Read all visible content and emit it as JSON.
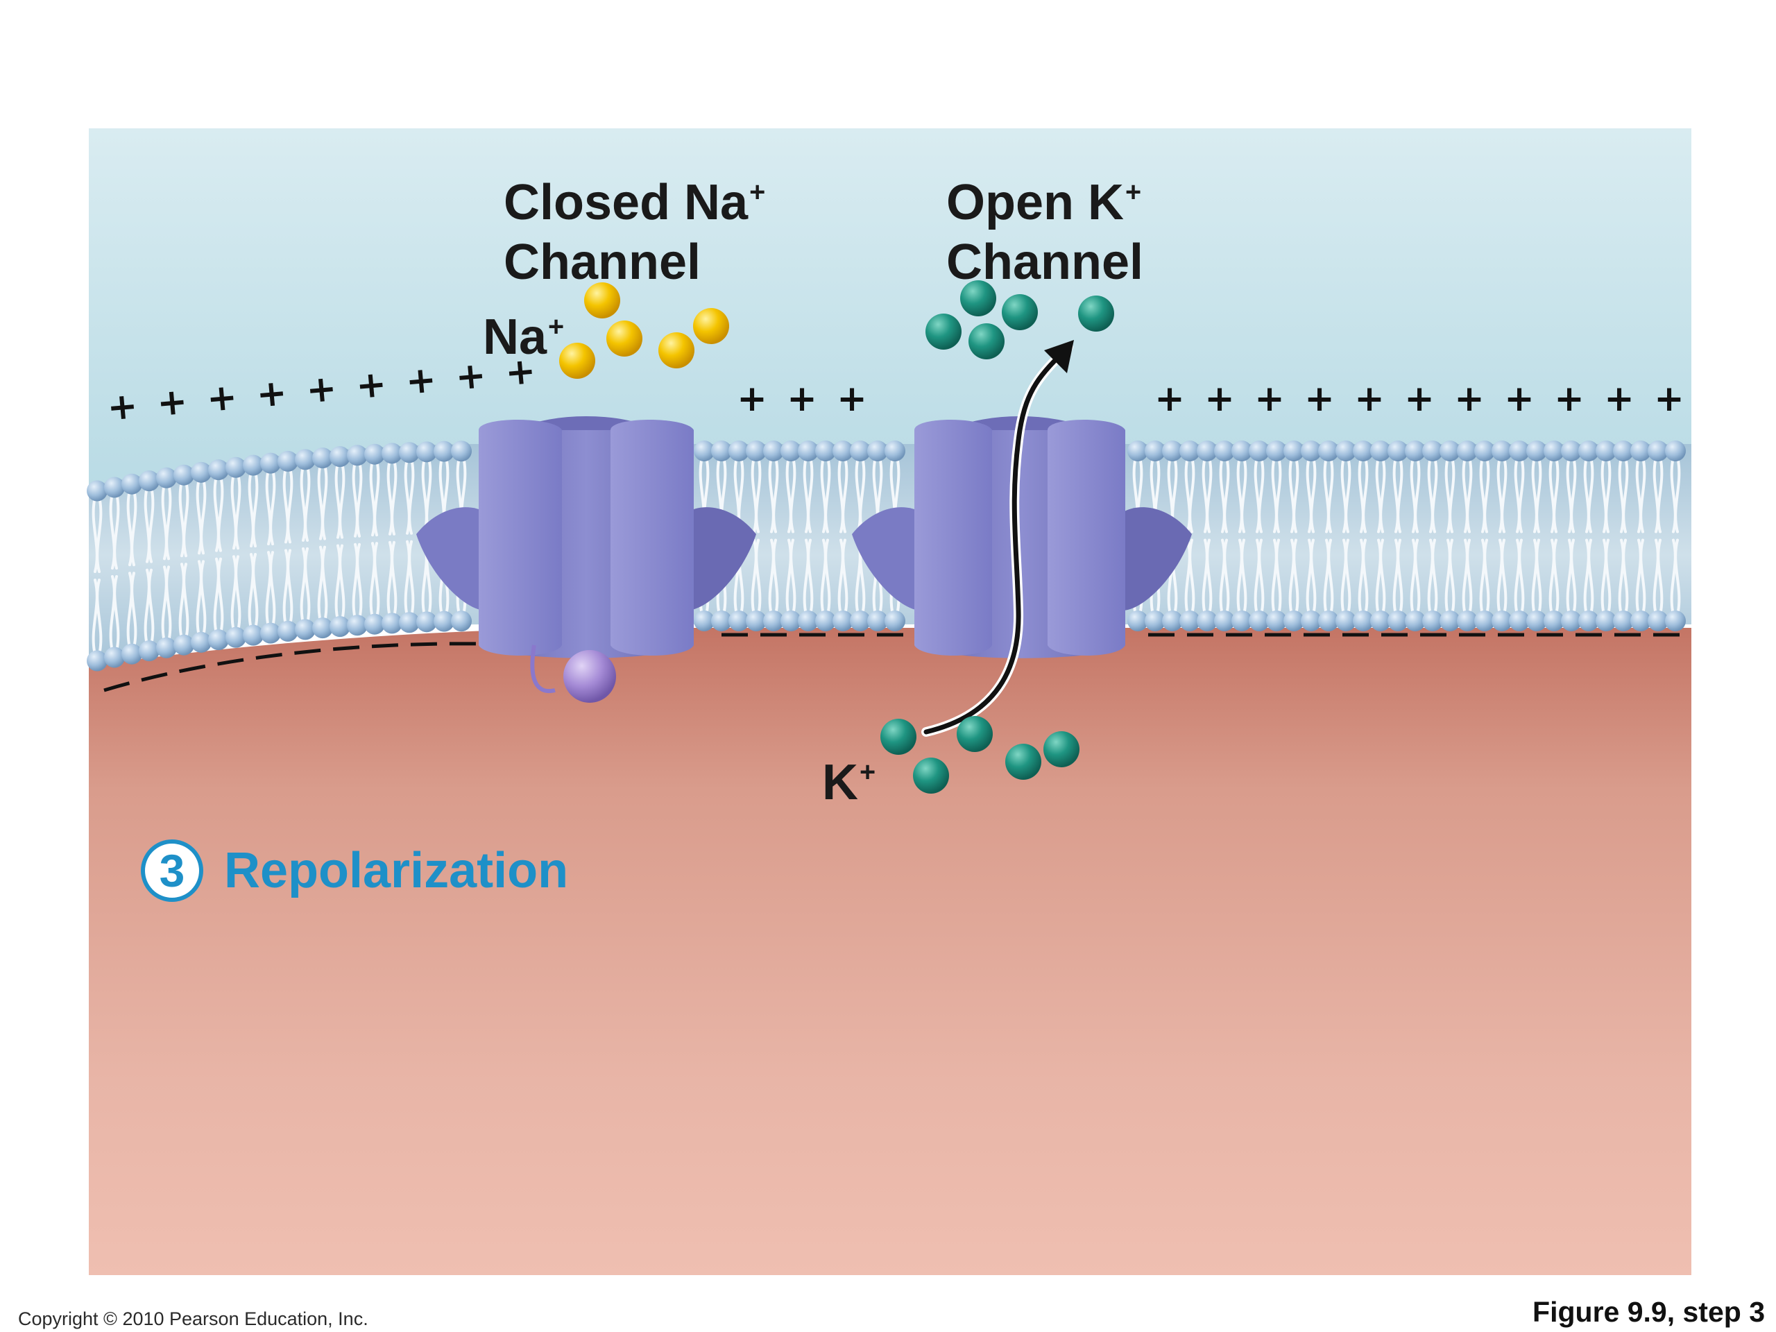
{
  "labels": {
    "closed_channel_line1": "Closed Na",
    "closed_channel_sup": "+",
    "closed_channel_line2": "Channel",
    "open_channel_line1": "Open K",
    "open_channel_sup": "+",
    "open_channel_line2": "Channel",
    "na_ion": "Na",
    "na_ion_sup": "+",
    "k_ion": "K",
    "k_ion_sup": "+"
  },
  "membrane_charges": {
    "outside_symbol": "+",
    "inside_symbol": "–",
    "left_plus_count": 9,
    "middle_plus_count": 3,
    "right_plus_count": 11
  },
  "step": {
    "number": "3",
    "title": "Repolarization"
  },
  "footer": {
    "copyright": "Copyright © 2010 Pearson Education, Inc.",
    "figure": "Figure 9.9, step 3"
  },
  "colors": {
    "extracellular_top": "#c9e3ea",
    "cytoplasm": "#cf8a7d",
    "phospholipid_head": "#9cbcd9",
    "channel_protein": "#7c7cc4",
    "sodium_ion": "#f2c200",
    "potassium_ion": "#1f8f7e",
    "accent_blue": "#1e90c8"
  }
}
